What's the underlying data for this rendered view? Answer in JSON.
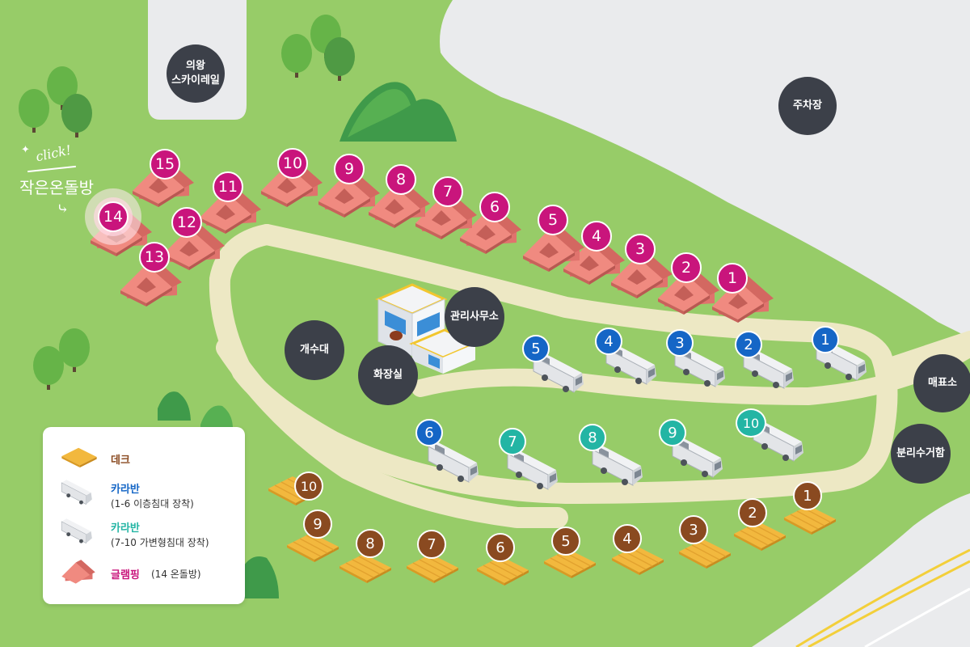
{
  "facilities": {
    "skyrail": "의왕\n스카이레일",
    "parking": "주차장",
    "office": "관리사무소",
    "sink": "개수대",
    "restroom": "화장실",
    "ticket": "매표소",
    "recycle": "분리수거함"
  },
  "click_label": "click!",
  "hint_label": "작은온돌방",
  "glamping": [
    "1",
    "2",
    "3",
    "4",
    "5",
    "6",
    "7",
    "8",
    "9",
    "10",
    "11",
    "12",
    "13",
    "14",
    "15"
  ],
  "caravans": [
    "1",
    "2",
    "3",
    "4",
    "5",
    "6",
    "7",
    "8",
    "9",
    "10"
  ],
  "decks": [
    "1",
    "2",
    "3",
    "4",
    "5",
    "6",
    "7",
    "8",
    "9",
    "10"
  ],
  "colors": {
    "grass": "#97cc68",
    "path": "#ede8c4",
    "road": "#eaebed",
    "glamping": "#c9157c",
    "caravan_a": "#1566c6",
    "caravan_b": "#23b5a4",
    "deck": "#8a4a20",
    "facility": "#3c4049"
  },
  "legend": {
    "deck": "데크",
    "caravan_a_title": "카라반",
    "caravan_a_sub": "(1-6 이층침대 장착)",
    "caravan_b_title": "카라반",
    "caravan_b_sub": "(7-10 가변형침대 장착)",
    "glamping_title": "글램핑",
    "glamping_sub": "(14 온돌방)"
  }
}
